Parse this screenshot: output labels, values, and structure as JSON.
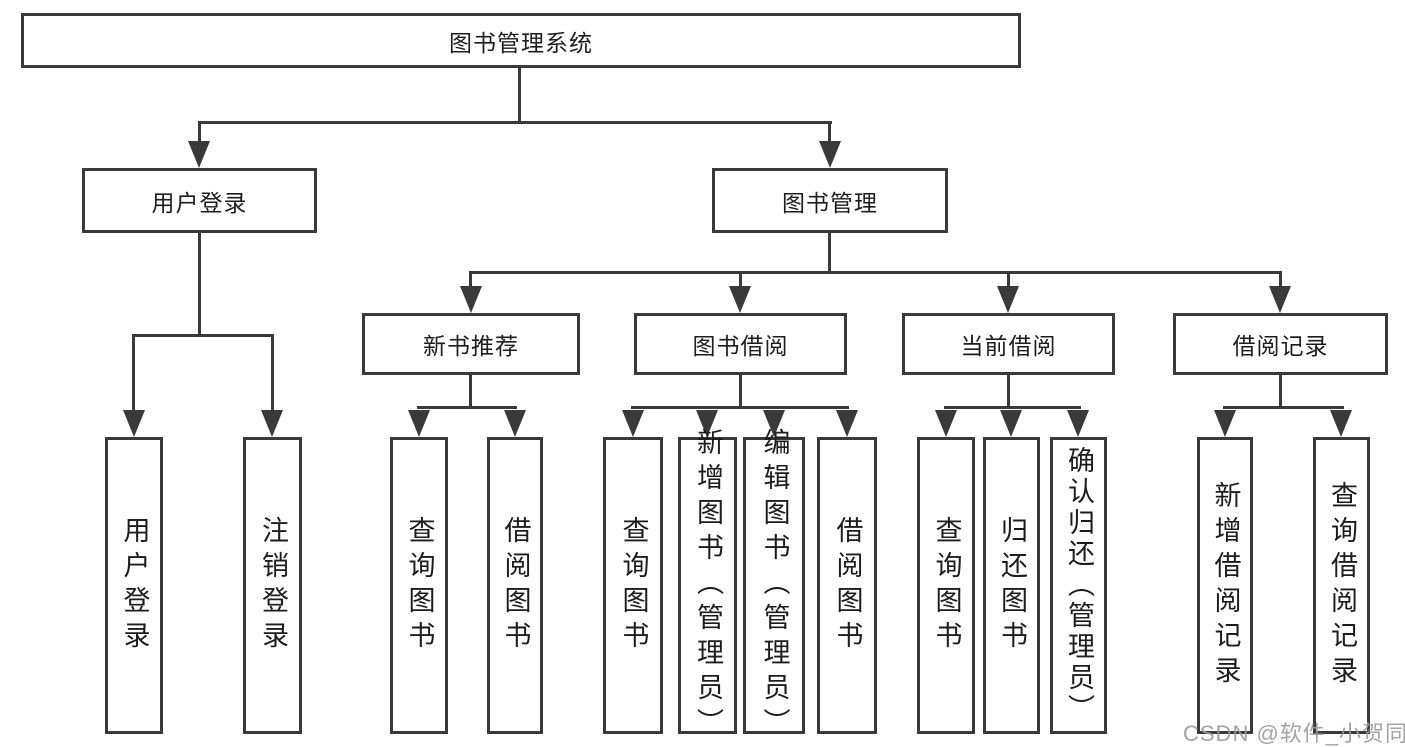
{
  "colors": {
    "background": "#ffffff",
    "line": "#3a3a3a",
    "text": "#1d1d1d",
    "watermark": "#9b9b9b"
  },
  "watermark": {
    "text": "CSDN @软件_小贺同学"
  },
  "diagram": {
    "root": {
      "label": "图书管理系统"
    },
    "branches": [
      {
        "label": "用户登录",
        "children": [
          {
            "label": "用户登录"
          },
          {
            "label": "注销登录"
          }
        ]
      },
      {
        "label": "图书管理",
        "children": [
          {
            "label": "新书推荐",
            "children": [
              {
                "label": "查询图书"
              },
              {
                "label": "借阅图书"
              }
            ]
          },
          {
            "label": "图书借阅",
            "children": [
              {
                "label": "查询图书"
              },
              {
                "label": "新增图书（管理员）"
              },
              {
                "label": "编辑图书（管理员）"
              },
              {
                "label": "借阅图书"
              }
            ]
          },
          {
            "label": "当前借阅",
            "children": [
              {
                "label": "查询图书"
              },
              {
                "label": "归还图书"
              },
              {
                "label": "确认归还（管理员）"
              }
            ]
          },
          {
            "label": "借阅记录",
            "children": [
              {
                "label": "新增借阅记录"
              },
              {
                "label": "查询借阅记录"
              }
            ]
          }
        ]
      }
    ]
  }
}
